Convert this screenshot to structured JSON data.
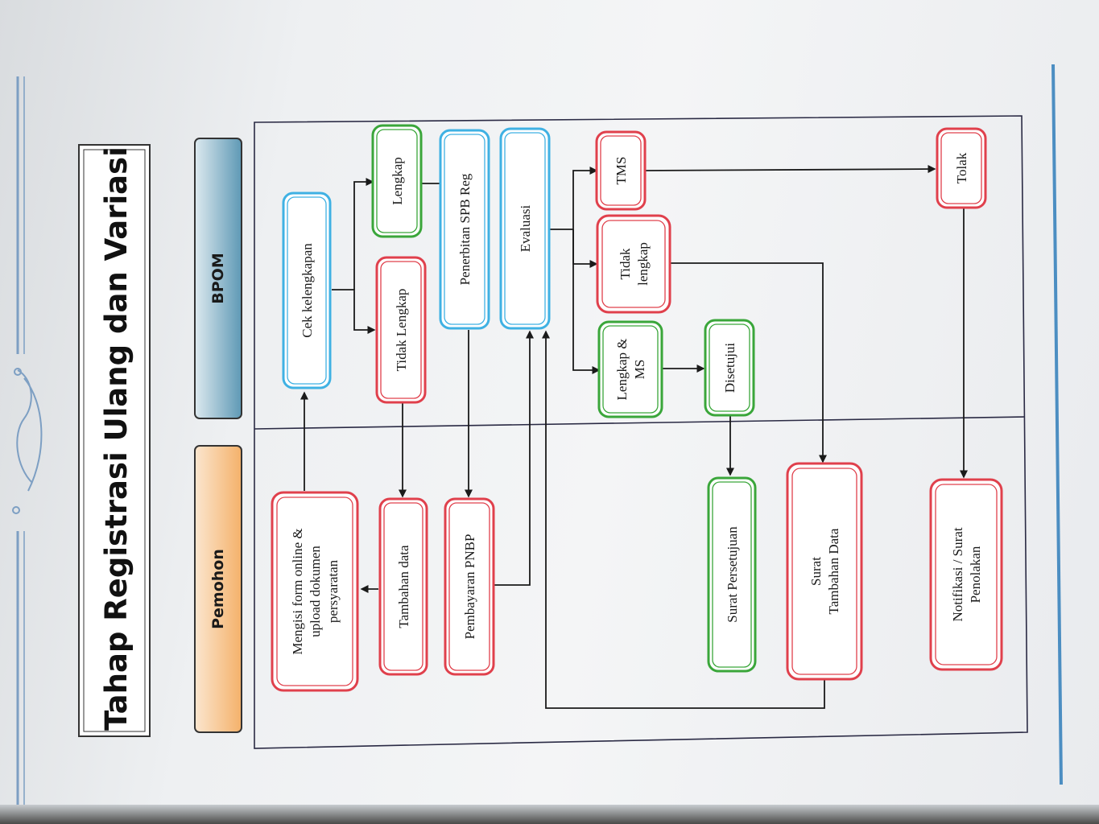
{
  "title": "Tahap Registrasi Ulang dan Variasi",
  "lanes": {
    "applicant": "Pemohon",
    "authority": "BPOM"
  },
  "colors": {
    "blue": "#3fb1e3",
    "green": "#3aa63a",
    "red": "#e0404c",
    "lane_applicant": "#f4b16a",
    "lane_authority": "#5e99b5"
  },
  "steps": {
    "form_online": [
      "Mengisi form online &",
      "upload dokumen",
      "persyaratan"
    ],
    "tambahan_data": [
      "Tambahan data"
    ],
    "pembayaran_pnbp": [
      "Pembayaran PNBP"
    ],
    "surat_persetujuan": [
      "Surat Persetujuan"
    ],
    "surat_tambahan_data": [
      "Surat",
      "Tambahan Data"
    ],
    "notifikasi_penolakan": [
      "Notifikasi  / Surat",
      "Penolakan"
    ],
    "cek_kelengkapan": [
      "Cek kelengkapan"
    ],
    "tidak_lengkap": [
      "Tidak Lengkap"
    ],
    "lengkap": [
      "Lengkap"
    ],
    "penerbitan_spb": [
      "Penerbitan SPB Reg"
    ],
    "evaluasi": [
      "Evaluasi"
    ],
    "lengkap_ms": [
      "Lengkap &",
      "MS"
    ],
    "disetujui": [
      "Disetujui"
    ],
    "tidak_lengkap_eval": [
      "Tidak",
      "lengkap"
    ],
    "tms": [
      "TMS"
    ],
    "tolak": [
      "Tolak"
    ]
  }
}
